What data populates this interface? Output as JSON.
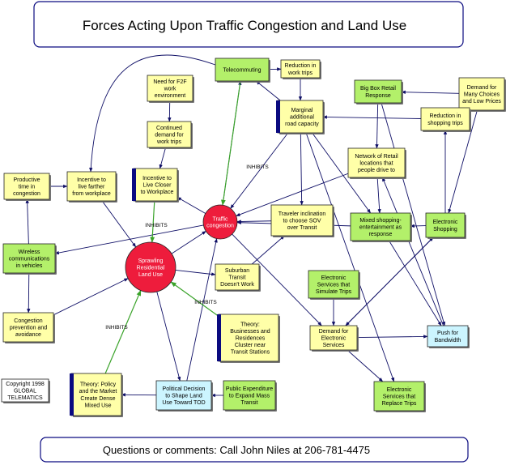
{
  "title": "Forces Acting Upon Traffic Congestion and Land Use",
  "footer": "Questions or comments:  Call John Niles at 206-781-4475",
  "colors": {
    "yellow_box": "#ffffa8",
    "green_box": "#b3f06a",
    "blue_box": "#ccf5ff",
    "red_circle": "#ee1c3c",
    "arrow_black": "#0f0f66",
    "arrow_green": "#3aa32a",
    "accent_bar": "#0a0a80"
  },
  "circles": {
    "traffic_congestion": [
      "Traffic",
      "congestion"
    ],
    "sprawling_residential": [
      "Sprawling",
      "Residential",
      "Land Use"
    ]
  },
  "boxes": {
    "telecommuting": [
      "Telecommuting"
    ],
    "reduction_work_trips": [
      "Reduction in",
      "work trips"
    ],
    "need_f2f": [
      "Need for F2F",
      "work",
      "environment"
    ],
    "continued_demand": [
      "Continued",
      "demand for",
      "work trips"
    ],
    "marginal_capacity": [
      "Marginal",
      "additional",
      "road capacity"
    ],
    "big_box": [
      "Big Box Retail",
      "Response"
    ],
    "demand_choices": [
      "Demand for",
      "Many Choices",
      "and Low Prices"
    ],
    "reduction_shopping": [
      "Reduction in",
      "shopping trips"
    ],
    "network_retail": [
      "Network of Retail",
      "locations that",
      "people drive to"
    ],
    "productive_time": [
      "Productive",
      "time in",
      "congestion"
    ],
    "incentive_farther": [
      "Incentive to",
      "live farther",
      "from workplace"
    ],
    "incentive_closer": [
      "Incentive to",
      "Live Closer",
      "to Workplace"
    ],
    "traveler_inclination": [
      "Traveler inclination",
      "to choose SOV",
      "over Transit"
    ],
    "mixed_shopping": [
      "Mixed shopping-",
      "entertainment as",
      "response"
    ],
    "electronic_shopping": [
      "Electronic",
      "Shopping"
    ],
    "wireless": [
      "Wireless",
      "communications",
      "in vehicles"
    ],
    "suburban_transit": [
      "Suburban",
      "Transit",
      "Doesn't Work"
    ],
    "es_simulate": [
      "Electronic",
      "Services that",
      "Simulate Trips"
    ],
    "congestion_prevention": [
      "Congestion",
      "prevention and",
      "avoidance"
    ],
    "theory_businesses": [
      "Theory:",
      "Businesses and",
      "Residences",
      "Cluster near",
      "Transit Stations"
    ],
    "demand_es": [
      "Demand for",
      "Electronic",
      "Services"
    ],
    "push_bandwidth": [
      "Push for",
      "Bandwidth"
    ],
    "copyright": [
      "Copyright 1998",
      "GLOBAL",
      "TELEMATICS"
    ],
    "theory_policy": [
      "Theory: Policy",
      "and the Market",
      "Create Dense",
      "Mixed Use"
    ],
    "political_decision": [
      "Political Decision",
      "to Shape Land",
      "Use Toward TOD"
    ],
    "public_expenditure": [
      "Public Expenditure",
      "to Expand Mass",
      "Transit"
    ],
    "es_replace": [
      "Electronic",
      "Services that",
      "Replace Trips"
    ]
  },
  "inhibits_label": "INHIBITS"
}
